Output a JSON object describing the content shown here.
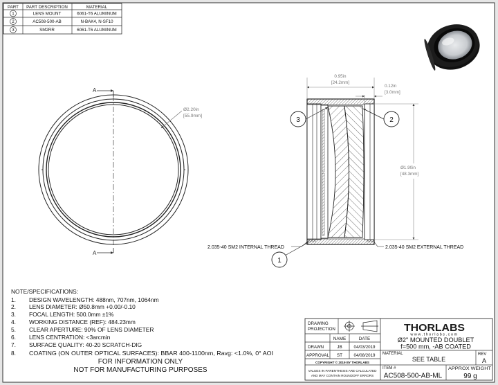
{
  "parts_table": {
    "headers": [
      "PART",
      "PART DESCRIPTION",
      "MATERIAL"
    ],
    "rows": [
      {
        "part": "1",
        "description": "LENS MOUNT",
        "material": "6061-T6 ALUMINUM"
      },
      {
        "part": "2",
        "description": "AC508-500-AB",
        "material": "N-BAK4, N-SF10"
      },
      {
        "part": "3",
        "description": "SM2RR",
        "material": "6061-T6 ALUMINUM"
      }
    ]
  },
  "front_view": {
    "section_label_top": "A",
    "section_label_bottom": "A",
    "dim_diameter": "Ø2.20in",
    "dim_diameter_mm": "[55.9mm]"
  },
  "section_view": {
    "dim_width": "0.95in",
    "dim_width_mm": "[24.2mm]",
    "dim_ret": "0.12in",
    "dim_ret_mm": "[3.0mm]",
    "dim_height": "Ø1.90in",
    "dim_height_mm": "[48.3mm]",
    "thread_internal": "2.035-40 SM2 INTERNAL THREAD",
    "thread_external": "2.035-40 SM2 EXTERNAL THREAD",
    "balloons": [
      "1",
      "2",
      "3"
    ]
  },
  "notes": {
    "title": "NOTE/SPECIFICATIONS:",
    "items": [
      {
        "num": "1.",
        "text": "DESIGN WAVELENGTH: 488nm, 707nm, 1064nm"
      },
      {
        "num": "2.",
        "text": "LENS DIAMETER: Ø50.8mm +0.00/-0.10"
      },
      {
        "num": "3.",
        "text": "FOCAL LENGTH: 500.0mm ±1%"
      },
      {
        "num": "4.",
        "text": "WORKING DISTANCE (REF): 484.23mm"
      },
      {
        "num": "5.",
        "text": "CLEAR APERTURE: 90% OF LENS DIAMETER"
      },
      {
        "num": "6.",
        "text": "LENS CENTRATION: <3arcmin"
      },
      {
        "num": "7.",
        "text": "SURFACE QUALITY: 40-20 SCRATCH-DIG"
      },
      {
        "num": "8.",
        "text": "COATING (ON OUTER OPTICAL SURFACES): BBAR 400-1100nm, Ravg: <1.0%, 0° AOI"
      }
    ],
    "info_line1": "FOR INFORMATION ONLY",
    "info_line2": "NOT FOR MANUFACTURING PURPOSES"
  },
  "title_block": {
    "drawing_projection_1": "DRAWING",
    "drawing_projection_2": "PROJECTION",
    "col_name": "NAME",
    "col_date": "DATE",
    "row_drawn": {
      "label": "DRAWN",
      "name": "JB",
      "date": "04/03/2019"
    },
    "row_approval": {
      "label": "APPROVAL",
      "name": "ST",
      "date": "04/08/2019"
    },
    "copyright": "COPYRIGHT © 2019 BY THORLABS",
    "disclaimer1": "VALUES IN PARENTHESIS ARE CALCULATED",
    "disclaimer2": "AND MAY CONTAIN ROUNDOFF ERRORS",
    "brand": "THORLABS",
    "website": "www.thorlabs.com",
    "title1": "Ø2\" MOUNTED DOUBLET",
    "title2": "f=500 mm, -AB COATED",
    "material_label": "MATERIAL",
    "material_value": "SEE TABLE",
    "rev_label": "REV",
    "rev_value": "A",
    "item_label": "ITEM #",
    "item_value": "AC508-500-AB-ML",
    "weight_label": "APPROX WEIGHT",
    "weight_value": "99 g"
  }
}
